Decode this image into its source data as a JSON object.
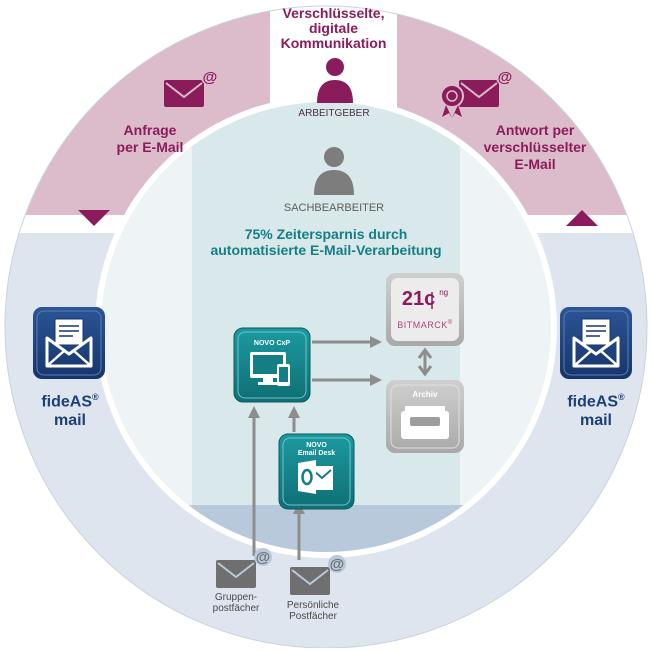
{
  "top": {
    "title_lines": [
      "Verschlüsselte,",
      "digitale",
      "Kommunikation"
    ],
    "role": "ARBEITGEBER"
  },
  "left_band": {
    "lines": [
      "Anfrage",
      "per E-Mail"
    ]
  },
  "right_band": {
    "lines": [
      "Antwort per",
      "verschlüsselter",
      "E-Mail"
    ]
  },
  "center": {
    "role": "SACHBEARBEITER",
    "headline_lines": [
      "75% Zeitersparnis durch",
      "automatisierte E-Mail-Verarbeitung"
    ]
  },
  "fideas_left": {
    "brand": "fideAS",
    "reg": "®",
    "sub": "mail"
  },
  "fideas_right": {
    "brand": "fideAS",
    "reg": "®",
    "sub": "mail"
  },
  "tiles": {
    "novo_cxp": "NOVO CxP",
    "novo_email_desk_lines": [
      "NOVO",
      "Email Desk"
    ],
    "archiv": "Archiv",
    "logo_21c": "21c",
    "logo_ng": "ng",
    "logo_bitmarck": "BITMARCK",
    "logo_bitmarck_reg": "®"
  },
  "mailboxes": {
    "group_lines": [
      "Gruppen-",
      "postfächer"
    ],
    "personal_lines": [
      "Persönliche",
      "Postfächer"
    ]
  },
  "colors": {
    "plum": "#8a1c5b",
    "pink_band": "#dcbccb",
    "blue_band": "#dfe5ee",
    "navy": "#1d3f78",
    "teal": "#137f85",
    "center_fill": "#d9e8ea",
    "bottom_fill": "#b9c9dc"
  },
  "icons": [
    "envelope-at-icon",
    "certificate-envelope-icon",
    "person-icon",
    "devices-icon",
    "outlook-icon",
    "archive-tray-icon",
    "fideas-envelope-icon",
    "arrow-icon"
  ]
}
